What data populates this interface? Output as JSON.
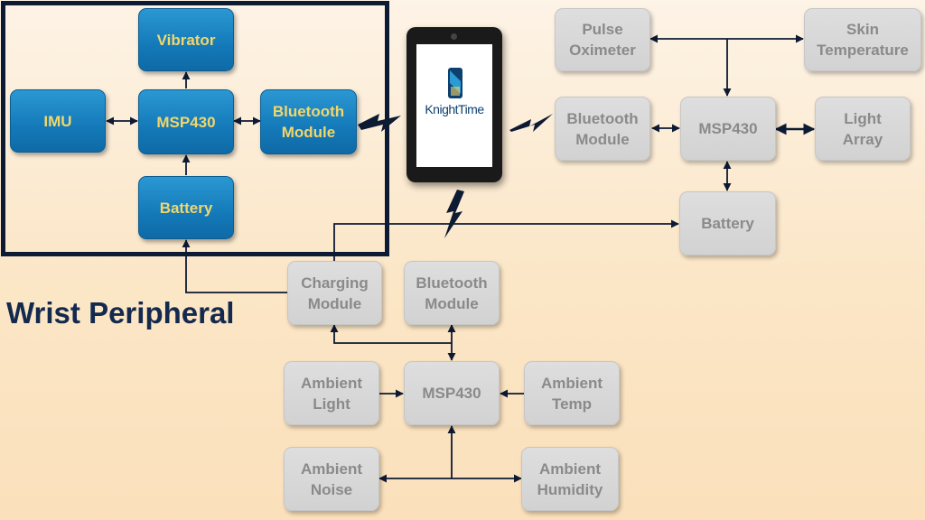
{
  "wrist_title": "Wrist Peripheral",
  "app_name": "KnightTime",
  "blocks": {
    "vibrator": "Vibrator",
    "imu": "IMU",
    "wrist_mcu": "MSP430",
    "wrist_bt": "Bluetooth\nModule",
    "wrist_battery": "Battery",
    "pulse_ox": "Pulse\nOximeter",
    "skin_temp": "Skin\nTemperature",
    "chest_bt": "Bluetooth\nModule",
    "chest_mcu": "MSP430",
    "light_array": "Light\nArray",
    "chest_battery": "Battery",
    "charging": "Charging\nModule",
    "env_bt": "Bluetooth\nModule",
    "ambient_light": "Ambient\nLight",
    "env_mcu": "MSP430",
    "ambient_temp": "Ambient\nTemp",
    "ambient_noise": "Ambient\nNoise",
    "ambient_humidity": "Ambient\nHumidity"
  },
  "colors": {
    "blue_block": "#1479b8",
    "blue_text": "#f2d66a",
    "gray_block": "#d6d6d6",
    "gray_text": "#8a8a8a",
    "wire": "#0d1a33",
    "frame": "#0d1a33",
    "title": "#13294e"
  },
  "icons": {
    "wireless": "lightning-bolt-icon",
    "phone": "tablet-device-icon"
  }
}
